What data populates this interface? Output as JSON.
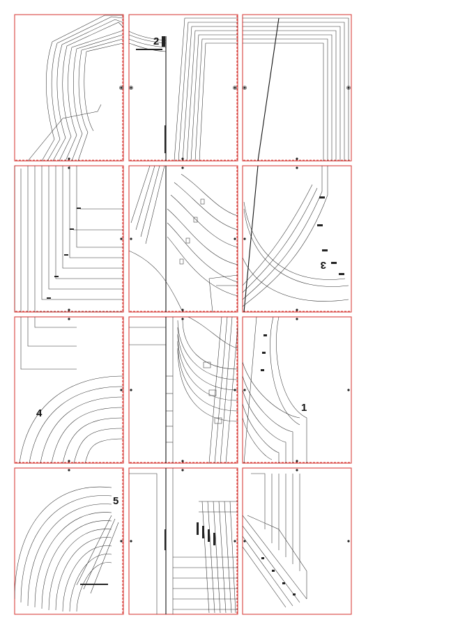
{
  "document": {
    "type": "pdf-pattern-tiling-layout",
    "grid": {
      "rows": 4,
      "columns": 3
    },
    "tile_border_color": "#d8403c",
    "line_color": "#2a2a2a"
  },
  "pieces": [
    {
      "id": "piece-1",
      "label": "1"
    },
    {
      "id": "piece-2",
      "label": "2"
    },
    {
      "id": "piece-3",
      "label": "3",
      "rotated": true
    },
    {
      "id": "piece-4",
      "label": "4"
    },
    {
      "id": "piece-5",
      "label": "5"
    }
  ]
}
